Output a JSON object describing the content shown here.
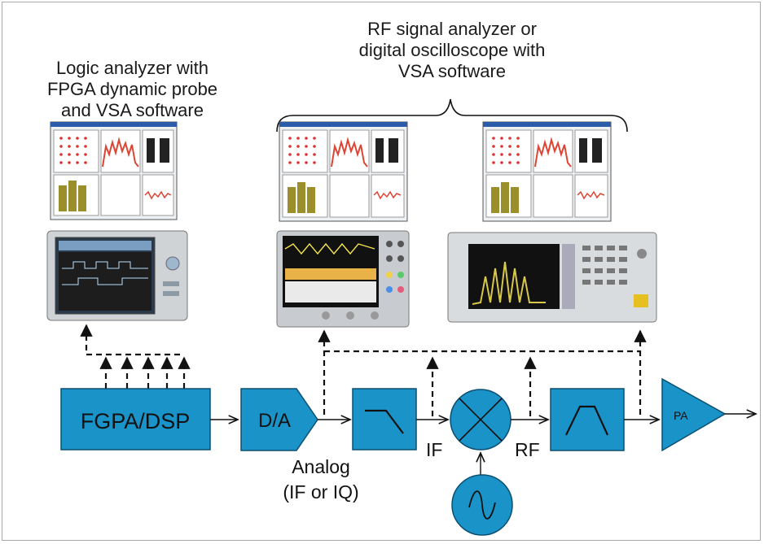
{
  "captions": {
    "logic_analyzer": [
      "Logic analyzer with",
      "FPGA dynamic probe",
      "and VSA software"
    ],
    "rf_group": [
      "RF signal analyzer or",
      "digital oscilloscope with",
      "VSA software"
    ]
  },
  "blocks": {
    "fpga_dsp": "FGPA/DSP",
    "dac": "D/A",
    "pa": "PA"
  },
  "signal_labels": {
    "if": "IF",
    "rf": "RF",
    "analog": [
      "Analog",
      "(IF or IQ)"
    ]
  },
  "colors": {
    "block_fill": "#1a93c9",
    "block_stroke": "#0a4f70",
    "line": "#111111"
  },
  "icons": [
    "lowpass-filter-icon",
    "mixer-icon",
    "oscillator-sine-icon",
    "bandpass-filter-icon"
  ]
}
